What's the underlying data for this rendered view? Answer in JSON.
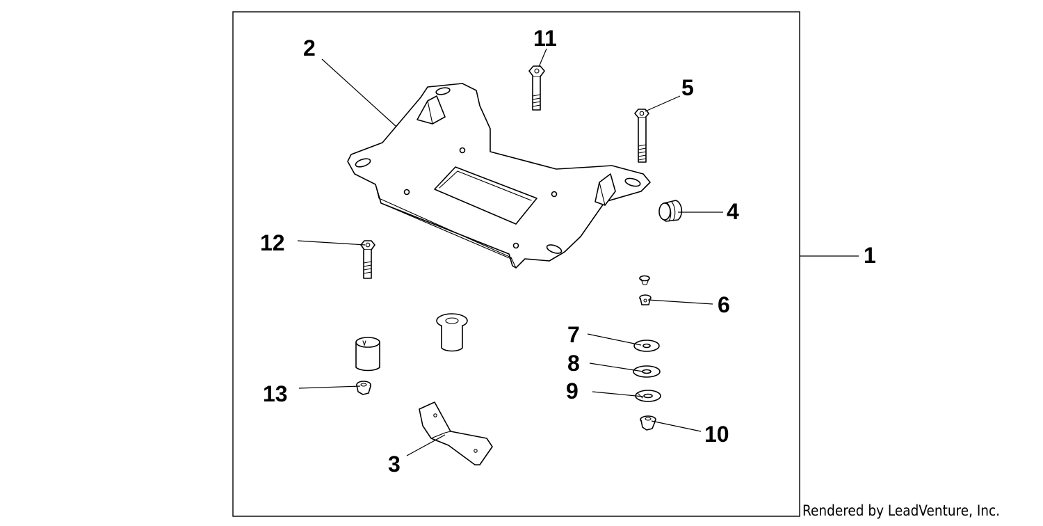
{
  "callouts": {
    "c1": "1",
    "c2": "2",
    "c3": "3",
    "c4": "4",
    "c5": "5",
    "c6": "6",
    "c7": "7",
    "c8": "8",
    "c9": "9",
    "c10": "10",
    "c11": "11",
    "c12": "12",
    "c13": "13"
  },
  "credit": "Rendered by LeadVenture, Inc.",
  "colors": {
    "line": "#000000",
    "background": "#ffffff"
  }
}
